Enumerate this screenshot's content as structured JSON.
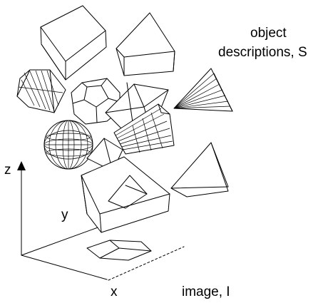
{
  "labels": {
    "object_line1": "object",
    "object_line2": "descriptions, S",
    "image": "image, I",
    "axis_z": "z",
    "axis_y": "y",
    "axis_x": "x"
  },
  "colors": {
    "ink": "#000000",
    "background": "#ffffff"
  }
}
